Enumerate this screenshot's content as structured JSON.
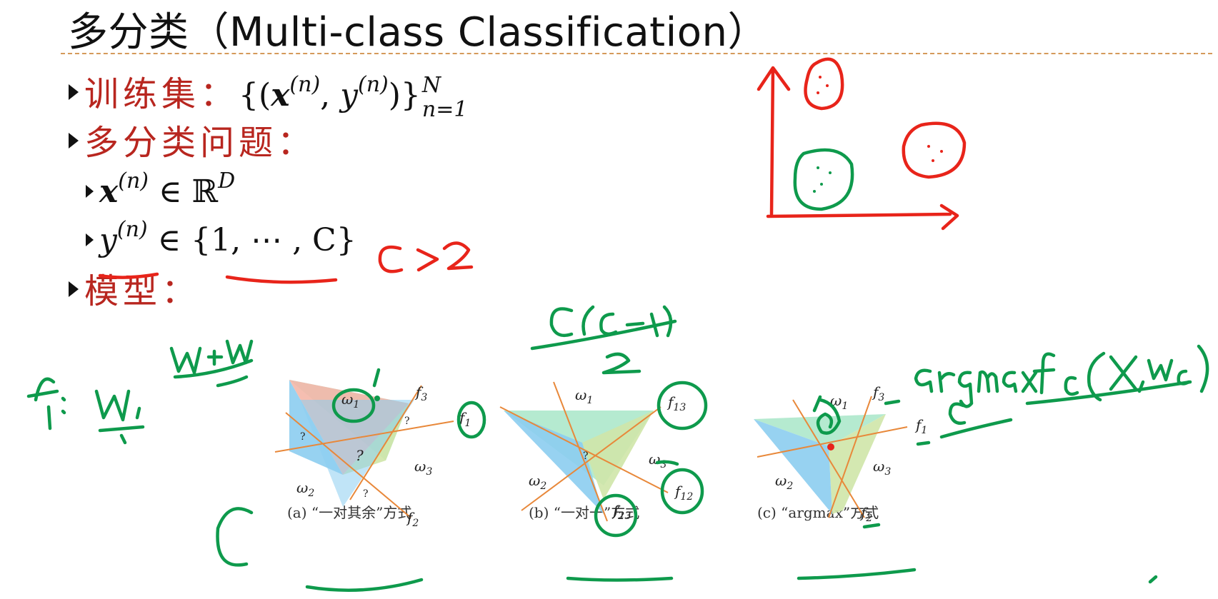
{
  "slide": {
    "title": "多分类（Multi-class Classification）",
    "bullets": {
      "training_label": "训练集：",
      "training_expr_open": "{(",
      "training_x": "x",
      "training_x_sup": "(n)",
      "training_comma": ", ",
      "training_y": "y",
      "training_y_sup": "(n)",
      "training_expr_close": ")}",
      "training_sup_N": "N",
      "training_sub": "n=1",
      "problem_label": "多分类问题：",
      "x_var": "x",
      "x_sup": "(n)",
      "x_in": " ∈ ℝ",
      "x_dim": "D",
      "y_var": "y",
      "y_sup": "(n)",
      "y_in": " ∈ {1, ⋯ , C}",
      "model_label": "模型："
    },
    "figures": [
      {
        "caption": "(a) “一对其余”方式"
      },
      {
        "caption": "(b) “一对一”方式"
      },
      {
        "caption": "(c) “argmax”方式"
      }
    ],
    "diagram_labels": {
      "a": {
        "w1": "ω",
        "w1_sub": "1",
        "w2": "ω",
        "w2_sub": "2",
        "w3": "ω",
        "w3_sub": "3",
        "f1": "f",
        "f1_sub": "1",
        "f2": "f",
        "f2_sub": "2",
        "f3": "f",
        "f3_sub": "3",
        "q": "?"
      },
      "b": {
        "w1": "ω",
        "w1_sub": "1",
        "w2": "ω",
        "w2_sub": "2",
        "w3": "ω",
        "w3_sub": "3",
        "f13": "f",
        "f13_sub": "13",
        "f12": "f",
        "f12_sub": "12",
        "f23": "f",
        "f23_sub": "23",
        "q": "?"
      },
      "c": {
        "w1": "ω",
        "w1_sub": "1",
        "w2": "ω",
        "w2_sub": "2",
        "w3": "ω",
        "w3_sub": "3",
        "f1": "f",
        "f1_sub": "1",
        "f2": "f",
        "f2_sub": "2",
        "f3": "f",
        "f3_sub": "3"
      }
    },
    "colors": {
      "red_label": "#b8261f",
      "green_ink": "#0e9a4c",
      "red_ink": "#e8241a",
      "region_green": "#a8e6c8",
      "region_blue": "#8ccdf0",
      "region_lime": "#cfe6a8",
      "region_pink": "#f4b7a8",
      "boundary": "#e8883a"
    }
  }
}
